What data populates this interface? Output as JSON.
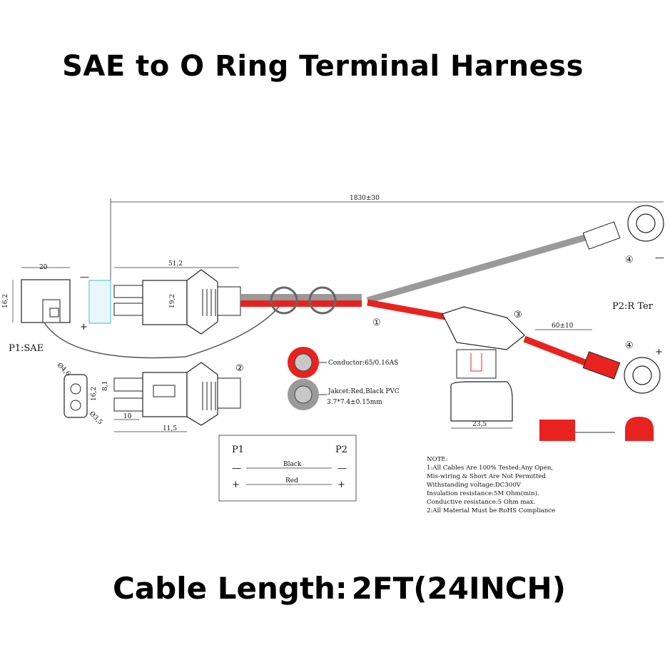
{
  "title": "SAE to O Ring Terminal Harness",
  "footer": {
    "label": "Cable Length:",
    "value": "2FT(24INCH)"
  },
  "diagram": {
    "total_length": "1830±30",
    "p1_label": "P1:SAE",
    "p2_label": "P2:R Ter",
    "sae_dims": {
      "width": "20",
      "height": "16,2",
      "body_length": "51,2",
      "body_height": "19,2"
    },
    "side_dims": {
      "d1": "Ø4,6",
      "d2": "Ø3,5",
      "h1": "16,2",
      "h2": "8,1",
      "w1": "10",
      "w2": "11,5"
    },
    "fuse_dims": {
      "lead": "60±10",
      "cap": "23,5"
    },
    "callouts": [
      "①",
      "②",
      "③",
      "④",
      "④"
    ],
    "polarity": {
      "minus": "—",
      "plus": "+"
    },
    "conductor": "Conductor:65/0.16AS",
    "jacket_line1": "Jakcet:Red,Black PVC",
    "jacket_line2": "3.7*7.4±0.15mm",
    "wiring_table": {
      "p1": "P1",
      "p2": "P2",
      "rows": [
        {
          "left": "—",
          "wire": "Black",
          "right": "—"
        },
        {
          "left": "+",
          "wire": "Red",
          "right": "+"
        }
      ]
    },
    "notes": [
      "NOTE:",
      "1:All Cables Are 100% Tested:Any Open,",
      "Mis-wiring & Short Are Not Permitted",
      " Withstanding voltage:DC300V",
      " Insulation resistance:5M Ohm(min).",
      " Conductive resistance:5 Ohm max.",
      "2:All Material Must be RoHS Compliance"
    ],
    "colors": {
      "red_wire": "#e8231f",
      "gray_wire": "#9a9a9a",
      "cyan": "#62c6d8"
    }
  }
}
